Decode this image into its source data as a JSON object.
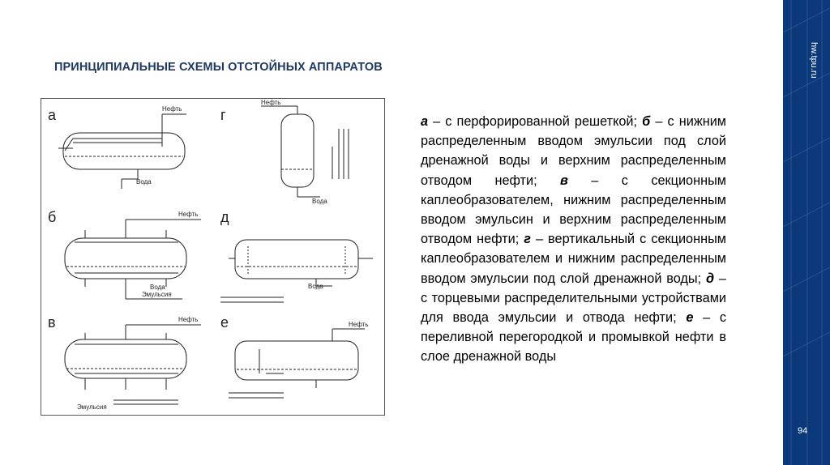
{
  "title": "ПРИНЦИПИАЛЬНЫЕ СХЕМЫ ОТСТОЙНЫХ АППАРАТОВ",
  "sidebar": {
    "site": "hw.tpu.ru",
    "page_number": "94"
  },
  "figure": {
    "letters": [
      "а",
      "б",
      "в",
      "г",
      "д",
      "е"
    ],
    "labels": {
      "oil": "Нефть",
      "water": "Вода",
      "emulsion": "Эмульсия"
    }
  },
  "description": [
    {
      "text": "а",
      "italic": true
    },
    {
      "text": " – с перфорированной решеткой; "
    },
    {
      "text": "б",
      "italic": true
    },
    {
      "text": " – с нижним распределенным вводом эмульсии под слой дренажной воды и верхним распределенным отводом нефти; "
    },
    {
      "text": "в",
      "italic": true
    },
    {
      "text": " – с секционным каплеобразователем, нижним распределенным вводом эмульсин и верхним распределенным отводом нефти; "
    },
    {
      "text": "г",
      "italic": true
    },
    {
      "text": " – вертикальный с секционным каплеобразователем и нижним распределенным вводом эмульсии под слой дренажной воды; "
    },
    {
      "text": "д",
      "italic": true
    },
    {
      "text": " – с торцевыми распределительными устройствами для ввода эмульсии и отвода нефти; "
    },
    {
      "text": "е",
      "italic": true
    },
    {
      "text": " – с переливной перегородкой и промывкой нефти в слое дренажной воды"
    }
  ],
  "colors": {
    "title": "#1f3864",
    "sidebar": "#0b3a7c"
  }
}
